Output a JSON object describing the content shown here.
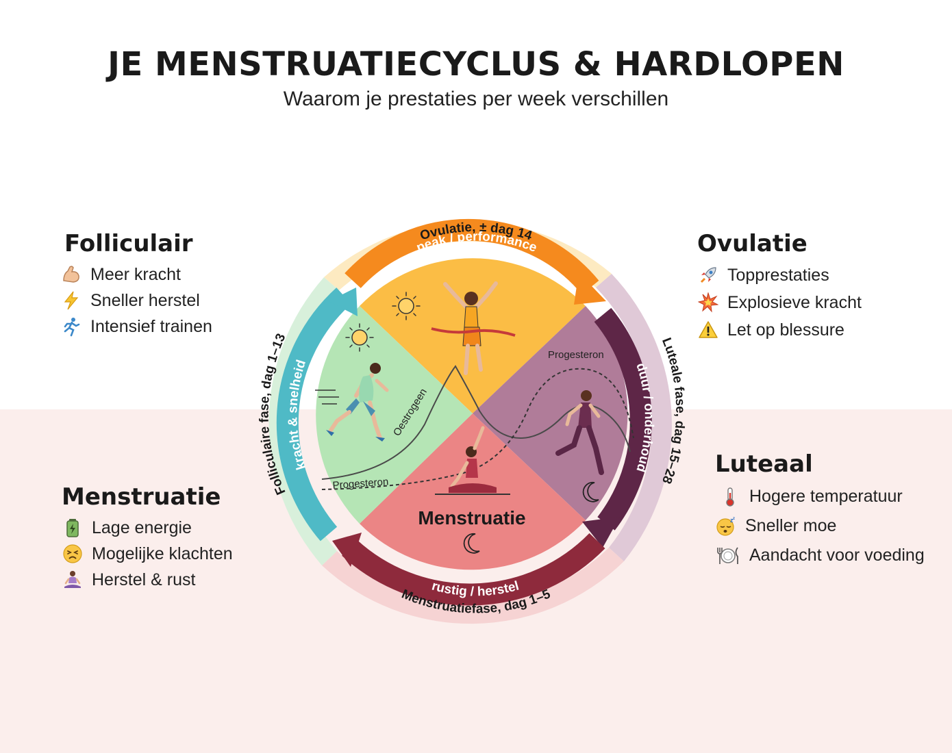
{
  "header": {
    "title": "JE MENSTRUATIECYCLUS & HARDLOPEN",
    "subtitle": "Waarom je prestaties per week verschillen"
  },
  "panels": {
    "follicular": {
      "title": "Folliculair",
      "items": [
        {
          "icon": "flexed-biceps-icon",
          "label": "Meer kracht"
        },
        {
          "icon": "lightning-icon",
          "label": "Sneller herstel"
        },
        {
          "icon": "runner-icon",
          "label": "Intensief trainen"
        }
      ]
    },
    "ovulation": {
      "title": "Ovulatie",
      "items": [
        {
          "icon": "rocket-icon",
          "label": "Topprestaties"
        },
        {
          "icon": "explosion-icon",
          "label": "Explosieve kracht"
        },
        {
          "icon": "warning-icon",
          "label": "Let op blessure"
        }
      ]
    },
    "menstruation": {
      "title": "Menstruatie",
      "items": [
        {
          "icon": "low-battery-icon",
          "label": "Lage energie"
        },
        {
          "icon": "tired-face-icon",
          "label": "Mogelijke klachten"
        },
        {
          "icon": "meditation-icon",
          "label": "Herstel & rust"
        }
      ]
    },
    "luteal": {
      "title": "Luteaal",
      "items": [
        {
          "icon": "thermometer-icon",
          "label": "Hogere temperatuur"
        },
        {
          "icon": "sleepy-face-icon",
          "label": "Sneller moe"
        },
        {
          "icon": "plate-cutlery-icon",
          "label": "Aandacht voor voeding"
        }
      ]
    }
  },
  "cycle": {
    "outer_labels": {
      "ovulation": "Ovulatie, ± dag 14",
      "luteal": "Luteale fase, dag 15–28",
      "menstrual": "Menstruatiefase, dag 1–5",
      "follicular": "Folliculaire fase, dag 1–13"
    },
    "arrow_labels": {
      "ovulation": "peak / performance",
      "luteal": "duur / onderhoud",
      "menstrual": "rustig / herstel",
      "follicular": "kracht & snelheid"
    },
    "center_label": "Menstruatie",
    "hormones": {
      "estrogen": "Oestrogeen",
      "progesterone_top": "Progesteron",
      "progesterone_bottom": "Progesteron"
    }
  },
  "colors": {
    "follicular": "#b5e5b5",
    "ovulation": "#fbbd45",
    "luteal": "#b07c99",
    "menstrual": "#eb8585",
    "arrow_follicular": "#4fbac6",
    "arrow_ovulation": "#f58a1e",
    "arrow_luteal": "#5e2647",
    "arrow_menstrual": "#8e2a3c",
    "ring_follicular": "#d8f0db",
    "ring_ovulation": "#fdeac1",
    "ring_luteal": "#e0c9d7",
    "ring_menstrual": "#f6d3d3"
  }
}
